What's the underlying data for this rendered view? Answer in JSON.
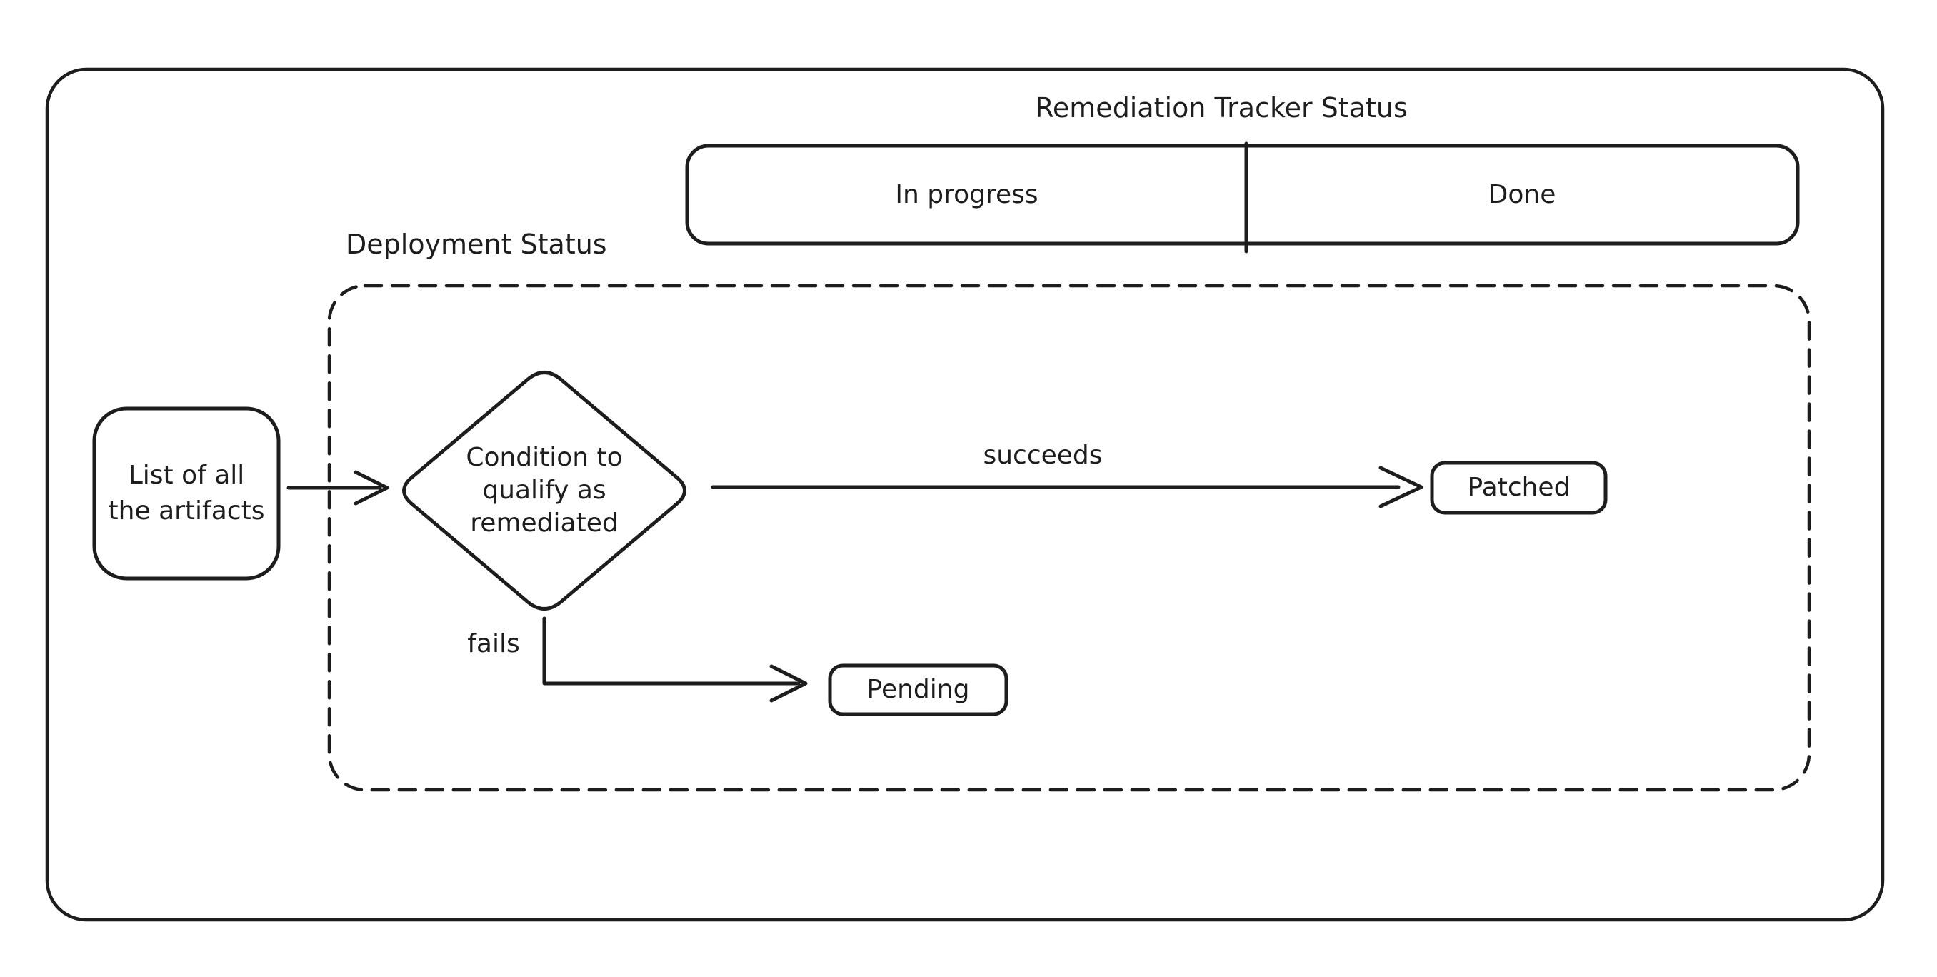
{
  "title": "Remediation Tracker Status",
  "tracker": {
    "in_progress": "In progress",
    "done": "Done"
  },
  "deployment_status": {
    "label": "Deployment Status"
  },
  "nodes": {
    "artifacts": {
      "line1": "List of all",
      "line2": "the artifacts"
    },
    "condition": {
      "line1": "Condition to",
      "line2": "qualify as",
      "line3": "remediated"
    },
    "patched": {
      "label": "Patched"
    },
    "pending": {
      "label": "Pending"
    }
  },
  "edges": {
    "succeeds": {
      "label": "succeeds"
    },
    "fails": {
      "label": "fails"
    }
  },
  "colors": {
    "stroke": "#1d1d1d",
    "background": "#ffffff"
  }
}
